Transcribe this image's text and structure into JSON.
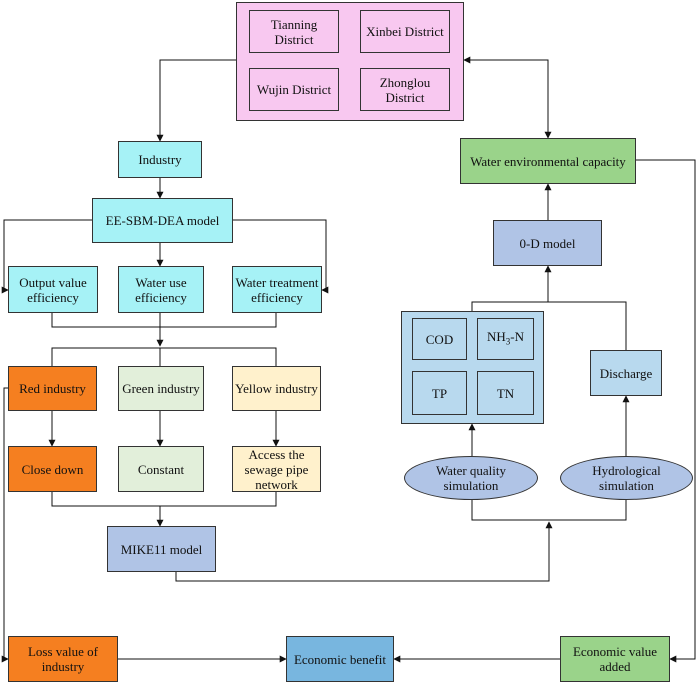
{
  "districts": {
    "tianning": "Tianning District",
    "xinbei": "Xinbei District",
    "wujin": "Wujin District",
    "zhonglou": "Zhonglou District"
  },
  "industry": "Industry",
  "ee_sbm_dea": "EE-SBM-DEA model",
  "efficiency": {
    "output_value": "Output value efficiency",
    "water_use": "Water use efficiency",
    "water_treatment": "Water treatment efficiency"
  },
  "classes": {
    "red": "Red industry",
    "green": "Green industry",
    "yellow": "Yellow industry"
  },
  "actions": {
    "close_down": "Close down",
    "constant": "Constant",
    "access_pipe": "Access the sewage pipe network"
  },
  "mike11": "MIKE11 model",
  "loss_value": "Loss value of industry",
  "economic_benefit": "Economic benefit",
  "economic_value_added": "Economic value added",
  "water_env_capacity": "Water environmental capacity",
  "zero_d_model": "0-D model",
  "pollutants": {
    "cod": "COD",
    "nh3n_prefix": "NH",
    "nh3n_sub": "3",
    "nh3n_suffix": "-N",
    "tp": "TP",
    "tn": "TN"
  },
  "discharge": "Discharge",
  "water_quality_sim": "Water quality simulation",
  "hydrological_sim": "Hydrological simulation",
  "colors": {
    "districts": "#f8c8f0",
    "model_cyan": "#a6f2f6",
    "capacity_green": "#9ad38a",
    "model_blue": "#b0c4e6",
    "red_industry": "#f57f20",
    "green_industry": "#e2efda",
    "yellow_industry": "#fff1cc",
    "pollutant_blue": "#b8d9ee",
    "benefit_blue": "#78b6df"
  }
}
